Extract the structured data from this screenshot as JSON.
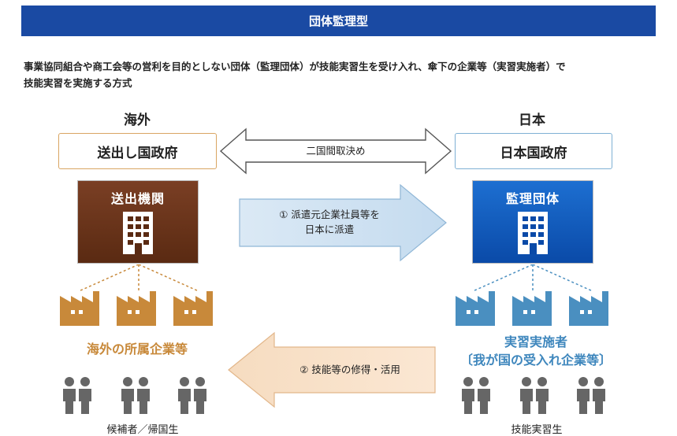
{
  "banner": {
    "title": "団体監理型"
  },
  "description": {
    "line1": "事業協同組合や商工会等の営利を目的としない団体（監理団体）が技能実習生を受け入れ、傘下の企業等（実習実施者）で",
    "line2": "技能実習を実施する方式"
  },
  "overseas": {
    "label": "海外",
    "government": "送出し国政府",
    "organization": "送出機関",
    "companies_label": "海外の所属企業等",
    "people_label": "候補者／帰国生",
    "color": "#c8893a"
  },
  "japan": {
    "label": "日本",
    "government": "日本国政府",
    "organization": "監理団体",
    "companies_label_1": "実習実施者",
    "companies_label_2": "〔我が国の受入れ企業等〕",
    "people_label": "技能実習生",
    "color": "#4a8fc0"
  },
  "arrows": {
    "agreement": "二国間取決め",
    "dispatch_line1": "① 派遣元企業社員等を",
    "dispatch_line2": "日本に派遣",
    "return": "② 技能等の修得・活用"
  },
  "icons": {
    "building": "building-icon",
    "factory": "factory-icon",
    "people": "people-pair-icon"
  }
}
